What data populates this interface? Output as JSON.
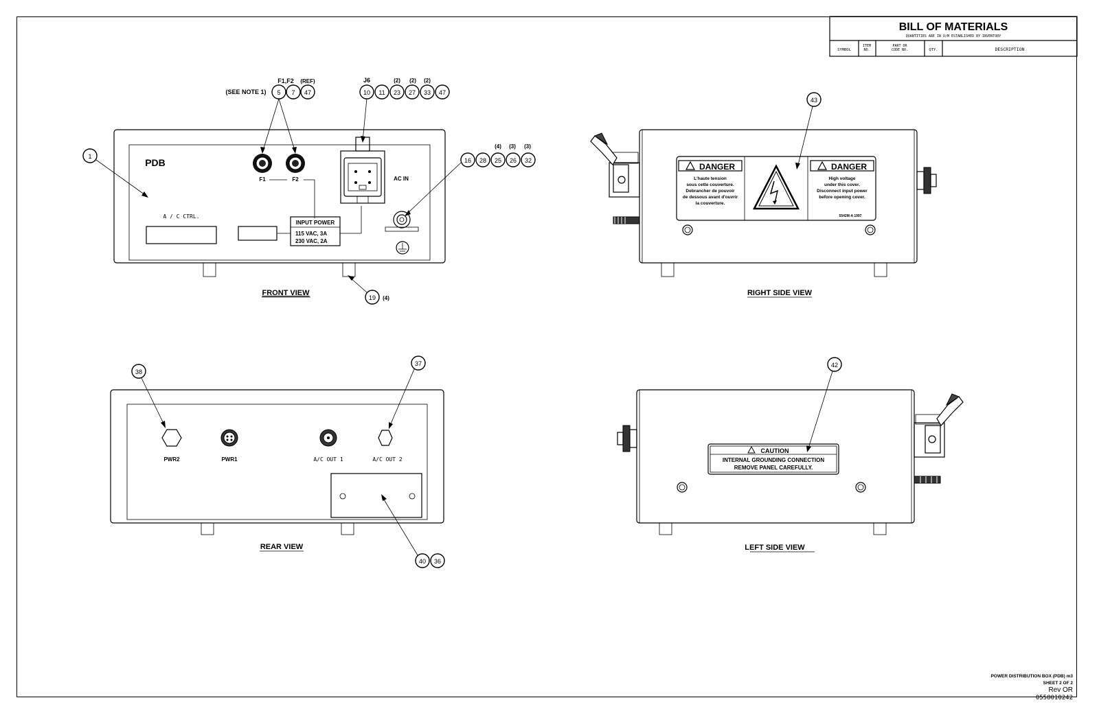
{
  "bom": {
    "title": "BILL  OF  MATERIALS",
    "subtitle": "QUANTITIES ARE IN U/M ESTABLISHED BY INVENTORY",
    "columns": [
      "SYMBOL",
      "ITEM\nNO.",
      "PART OR\nCODE NO.",
      "QTY.",
      "DESCRIPTION"
    ]
  },
  "front_view": {
    "caption": "FRONT  VIEW",
    "pdb": "PDB",
    "ac_ctrl": "A / C  CTRL.",
    "f1": "F1",
    "f2": "F2",
    "ac_in": "AC IN",
    "input_power_title": "INPUT  POWER",
    "input_power_l1": "115  VAC,  3A",
    "input_power_l2": "230  VAC,  2A",
    "see_note": "(SEE  NOTE  1)",
    "f1f2": "F1,F2",
    "ref": "(REF)",
    "j6": "J6",
    "q2a": "(2)",
    "q2b": "(2)",
    "q2c": "(2)",
    "q4": "(4)",
    "q3a": "(3)",
    "q3b": "(3)",
    "foot_qty": "(4)",
    "balloons_fuse": [
      "5",
      "7",
      "47"
    ],
    "balloons_j6": [
      "10",
      "11",
      "23",
      "27",
      "33",
      "47"
    ],
    "balloons_ground": [
      "16",
      "28",
      "25",
      "26",
      "32"
    ],
    "balloon_box": "1",
    "balloon_foot": "19"
  },
  "right_view": {
    "caption": "RIGHT  SIDE  VIEW",
    "balloon": "43",
    "danger": "DANGER",
    "fr_text": [
      "L'haute tension",
      "sous cette couverture.",
      "Debrancher de pouvoir",
      "de dessous avant d'ouvrir",
      "la couverture."
    ],
    "en_text": [
      "High voltage",
      "under this cover.",
      "Disconnect input power",
      "before opening cover."
    ],
    "label_code": "5542M-A  1997"
  },
  "rear_view": {
    "caption": "REAR  VIEW",
    "pwr2": "PWR2",
    "pwr1": "PWR1",
    "ac_out1": "A/C  OUT  1",
    "ac_out2": "A/C  OUT  2",
    "balloon_pwr2": "38",
    "balloon_out2": "37",
    "balloons_plate": [
      "40",
      "36"
    ]
  },
  "left_view": {
    "caption": "LEFT  SIDE  VIEW",
    "balloon": "42",
    "caution": "CAUTION",
    "caution_l1": "INTERNAL GROUNDING CONNECTION",
    "caution_l2": "REMOVE PANEL CAREFULLY."
  },
  "title_block": {
    "line1": "POWER  DISTRIBUTION  BOX  (PDB)  m3",
    "line2": "SHEET  2  OF  2",
    "rev": "Rev OR",
    "doc": "0558010242"
  }
}
